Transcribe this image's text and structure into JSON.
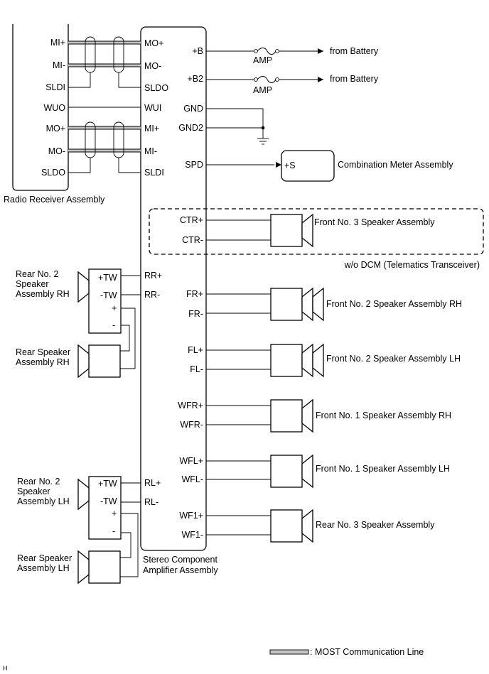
{
  "colors": {
    "line": "#000000",
    "most_fill": "#c4c4c4",
    "background": "#ffffff"
  },
  "radio": {
    "name": "Radio Receiver Assembly",
    "pins": [
      "MI+",
      "MI-",
      "SLDI",
      "WUO",
      "MO+",
      "MO-",
      "SLDO"
    ]
  },
  "amp": {
    "name_line1": "Stereo Component",
    "name_line2": "Amplifier Assembly",
    "left_pins": [
      "MO+",
      "MO-",
      "SLDO",
      "WUI",
      "MI+",
      "MI-",
      "SLDI",
      "RR+",
      "RR-",
      "RL+",
      "RL-"
    ],
    "right_pins": [
      "+B",
      "+B2",
      "GND",
      "GND2",
      "SPD",
      "CTR+",
      "CTR-",
      "FR+",
      "FR-",
      "FL+",
      "FL-",
      "WFR+",
      "WFR-",
      "WFL+",
      "WFL-",
      "WF1+",
      "WF1-"
    ]
  },
  "power": {
    "fuse": "AMP",
    "source": "from Battery"
  },
  "meter": {
    "pin": "+S",
    "name": "Combination Meter Assembly"
  },
  "dcm_note": "w/o DCM (Telematics Transceiver)",
  "speakers_right": [
    "Front No. 3 Speaker Assembly",
    "Front No. 2 Speaker Assembly RH",
    "Front No. 2 Speaker Assembly LH",
    "Front No. 1 Speaker Assembly RH",
    "Front No. 1 Speaker Assembly LH",
    "Rear No. 3 Speaker Assembly"
  ],
  "rear_rh": {
    "tw_line1": "Rear No. 2",
    "tw_line2": "Speaker",
    "tw_line3": "Assembly RH",
    "tw_pins": [
      "+TW",
      "-TW",
      "+",
      "-"
    ],
    "spk_line1": "Rear Speaker",
    "spk_line2": "Assembly RH"
  },
  "rear_lh": {
    "tw_line1": "Rear No. 2",
    "tw_line2": "Speaker",
    "tw_line3": "Assembly LH",
    "tw_pins": [
      "+TW",
      "-TW",
      "+",
      "-"
    ],
    "spk_line1": "Rear Speaker",
    "spk_line2": "Assembly LH"
  },
  "legend": ": MOST Communication Line",
  "corner_mark": "H"
}
